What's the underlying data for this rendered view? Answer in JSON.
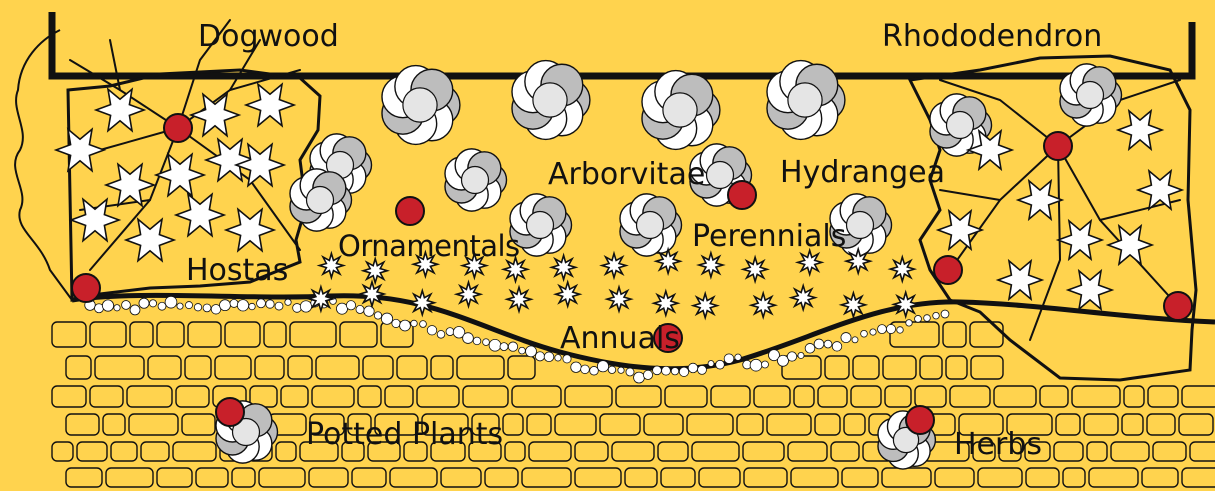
{
  "title": "",
  "colors": {
    "background": "#ffd34e",
    "marker": "#c8202a",
    "outline": "#111111",
    "plant_fill": "#ffffff",
    "plant_shade": "#bdbdbd"
  },
  "labels": {
    "dogwood": "Dogwood",
    "rhododendron": "Rhododendron",
    "hostas": "Hostas",
    "ornamentals": "Ornamentals",
    "arborvitae": "Arborvitae",
    "hydrangea": "Hydrangea",
    "perennials": "Perennials",
    "annuals": "Annuals",
    "potted_plants": "Potted Plants",
    "herbs": "Herbs"
  },
  "markers": [
    "hostas",
    "ornamentals",
    "hydrangea",
    "annuals",
    "potted_plants",
    "herbs",
    "rhododendron"
  ]
}
